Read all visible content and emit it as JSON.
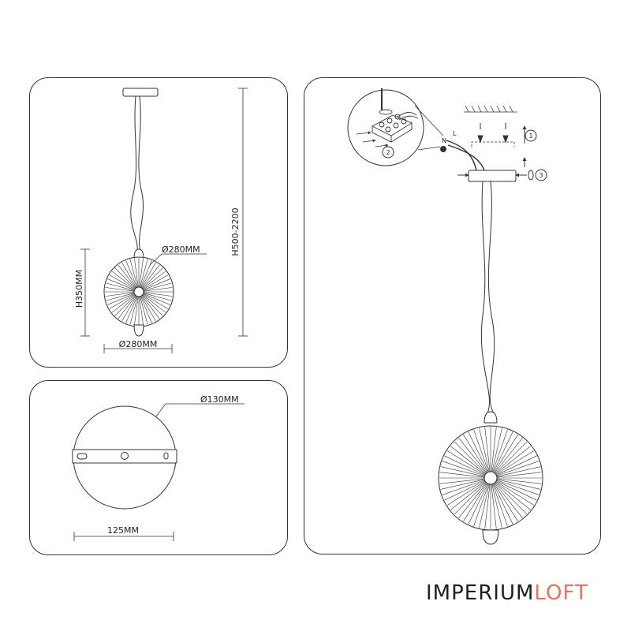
{
  "dimensions": {
    "height_total": "H500-2200",
    "diameter_shade": "Ø280MM",
    "height_shade": "H350MM",
    "width_shade": "Ø280MM"
  },
  "canopy": {
    "diameter": "Ø130MM",
    "mount_spacing": "125MM"
  },
  "installation": {
    "wire_live": "L",
    "wire_neutral": "N",
    "step_1": "1",
    "step_2": "2",
    "step_3": "3"
  },
  "brand": {
    "part1": "IMPERIUM",
    "part2": "LOFT"
  }
}
